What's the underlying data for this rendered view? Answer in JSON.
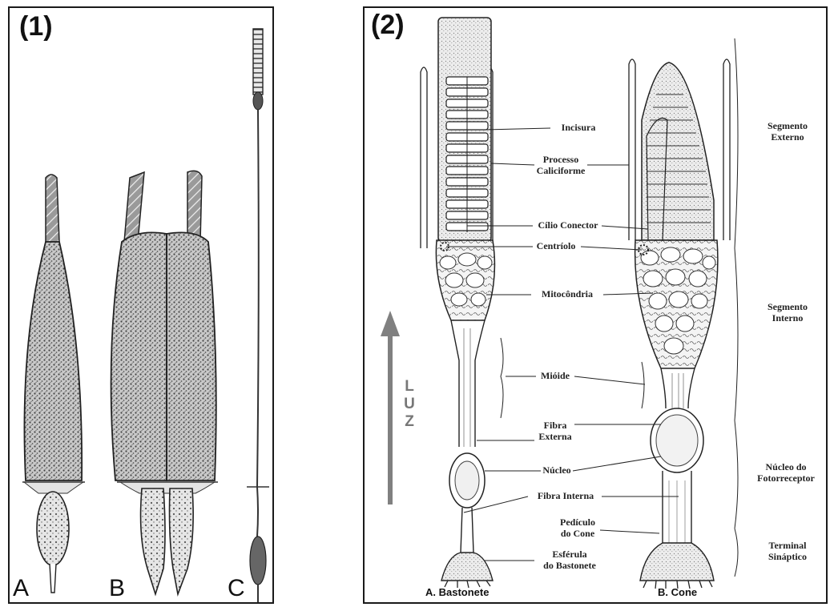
{
  "panel1": {
    "title": "(1)",
    "cells": [
      {
        "key": "a",
        "letter": "A"
      },
      {
        "key": "b",
        "letter": "B"
      },
      {
        "key": "c",
        "letter": "C"
      }
    ]
  },
  "panel2": {
    "title": "(2)",
    "labels": {
      "incisura": "Incisura",
      "processo": "Processo\nCaliciforme",
      "cilio": "Cílio Conector",
      "centriolo": "Centríolo",
      "mitocondria": "Mitocôndria",
      "mioide": "Mióide",
      "fibra_externa": "Fibra\nExterna",
      "nucleo": "Núcleo",
      "fibra_interna": "Fibra Interna",
      "pediculo": "Pedículo\ndo Cone",
      "esferula": "Esférula\ndo Bastonete"
    },
    "regions": {
      "segmento_externo": "Segmento\nExterno",
      "segmento_interno": "Segmento\nInterno",
      "nucleo_fotorreceptor": "Núcleo do\nFotorreceptor",
      "terminal_sinaptico": "Terminal\nSináptico"
    },
    "captions": {
      "rod": "A. Bastonete",
      "cone": "B. Cone"
    },
    "light_label": "LUZ",
    "arrow_color": "#808080"
  }
}
